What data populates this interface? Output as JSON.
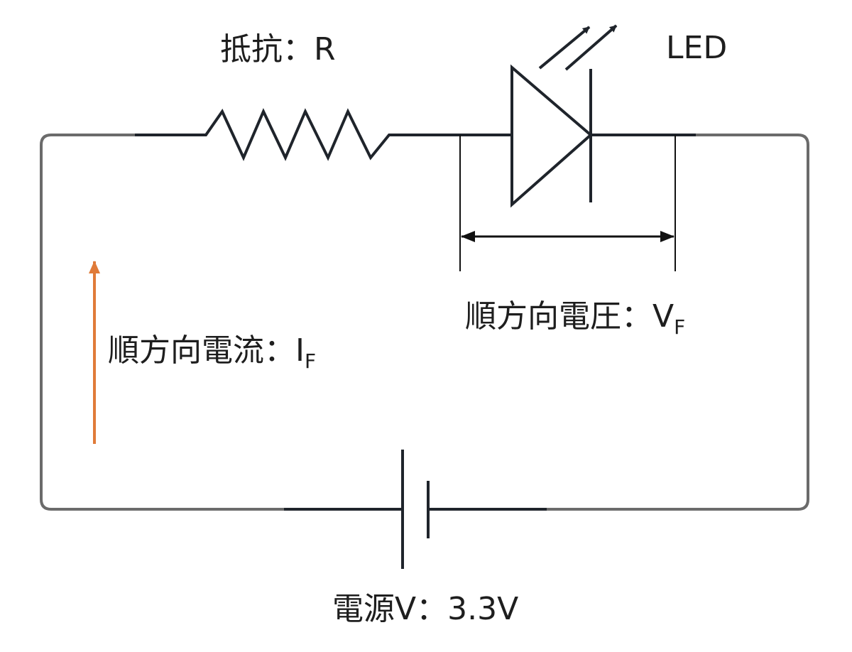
{
  "labels": {
    "resistor": "抵抗：R",
    "led": "LED",
    "forward_voltage": "順方向電圧：V",
    "forward_voltage_sub": "F",
    "forward_current": "順方向電流：I",
    "forward_current_sub": "F",
    "power_supply": "電源V：3.3V"
  },
  "colors": {
    "wire": "#6b6b6b",
    "component": "#1f242b",
    "current_arrow": "#e07b39"
  },
  "components": [
    "resistor",
    "led",
    "battery"
  ]
}
